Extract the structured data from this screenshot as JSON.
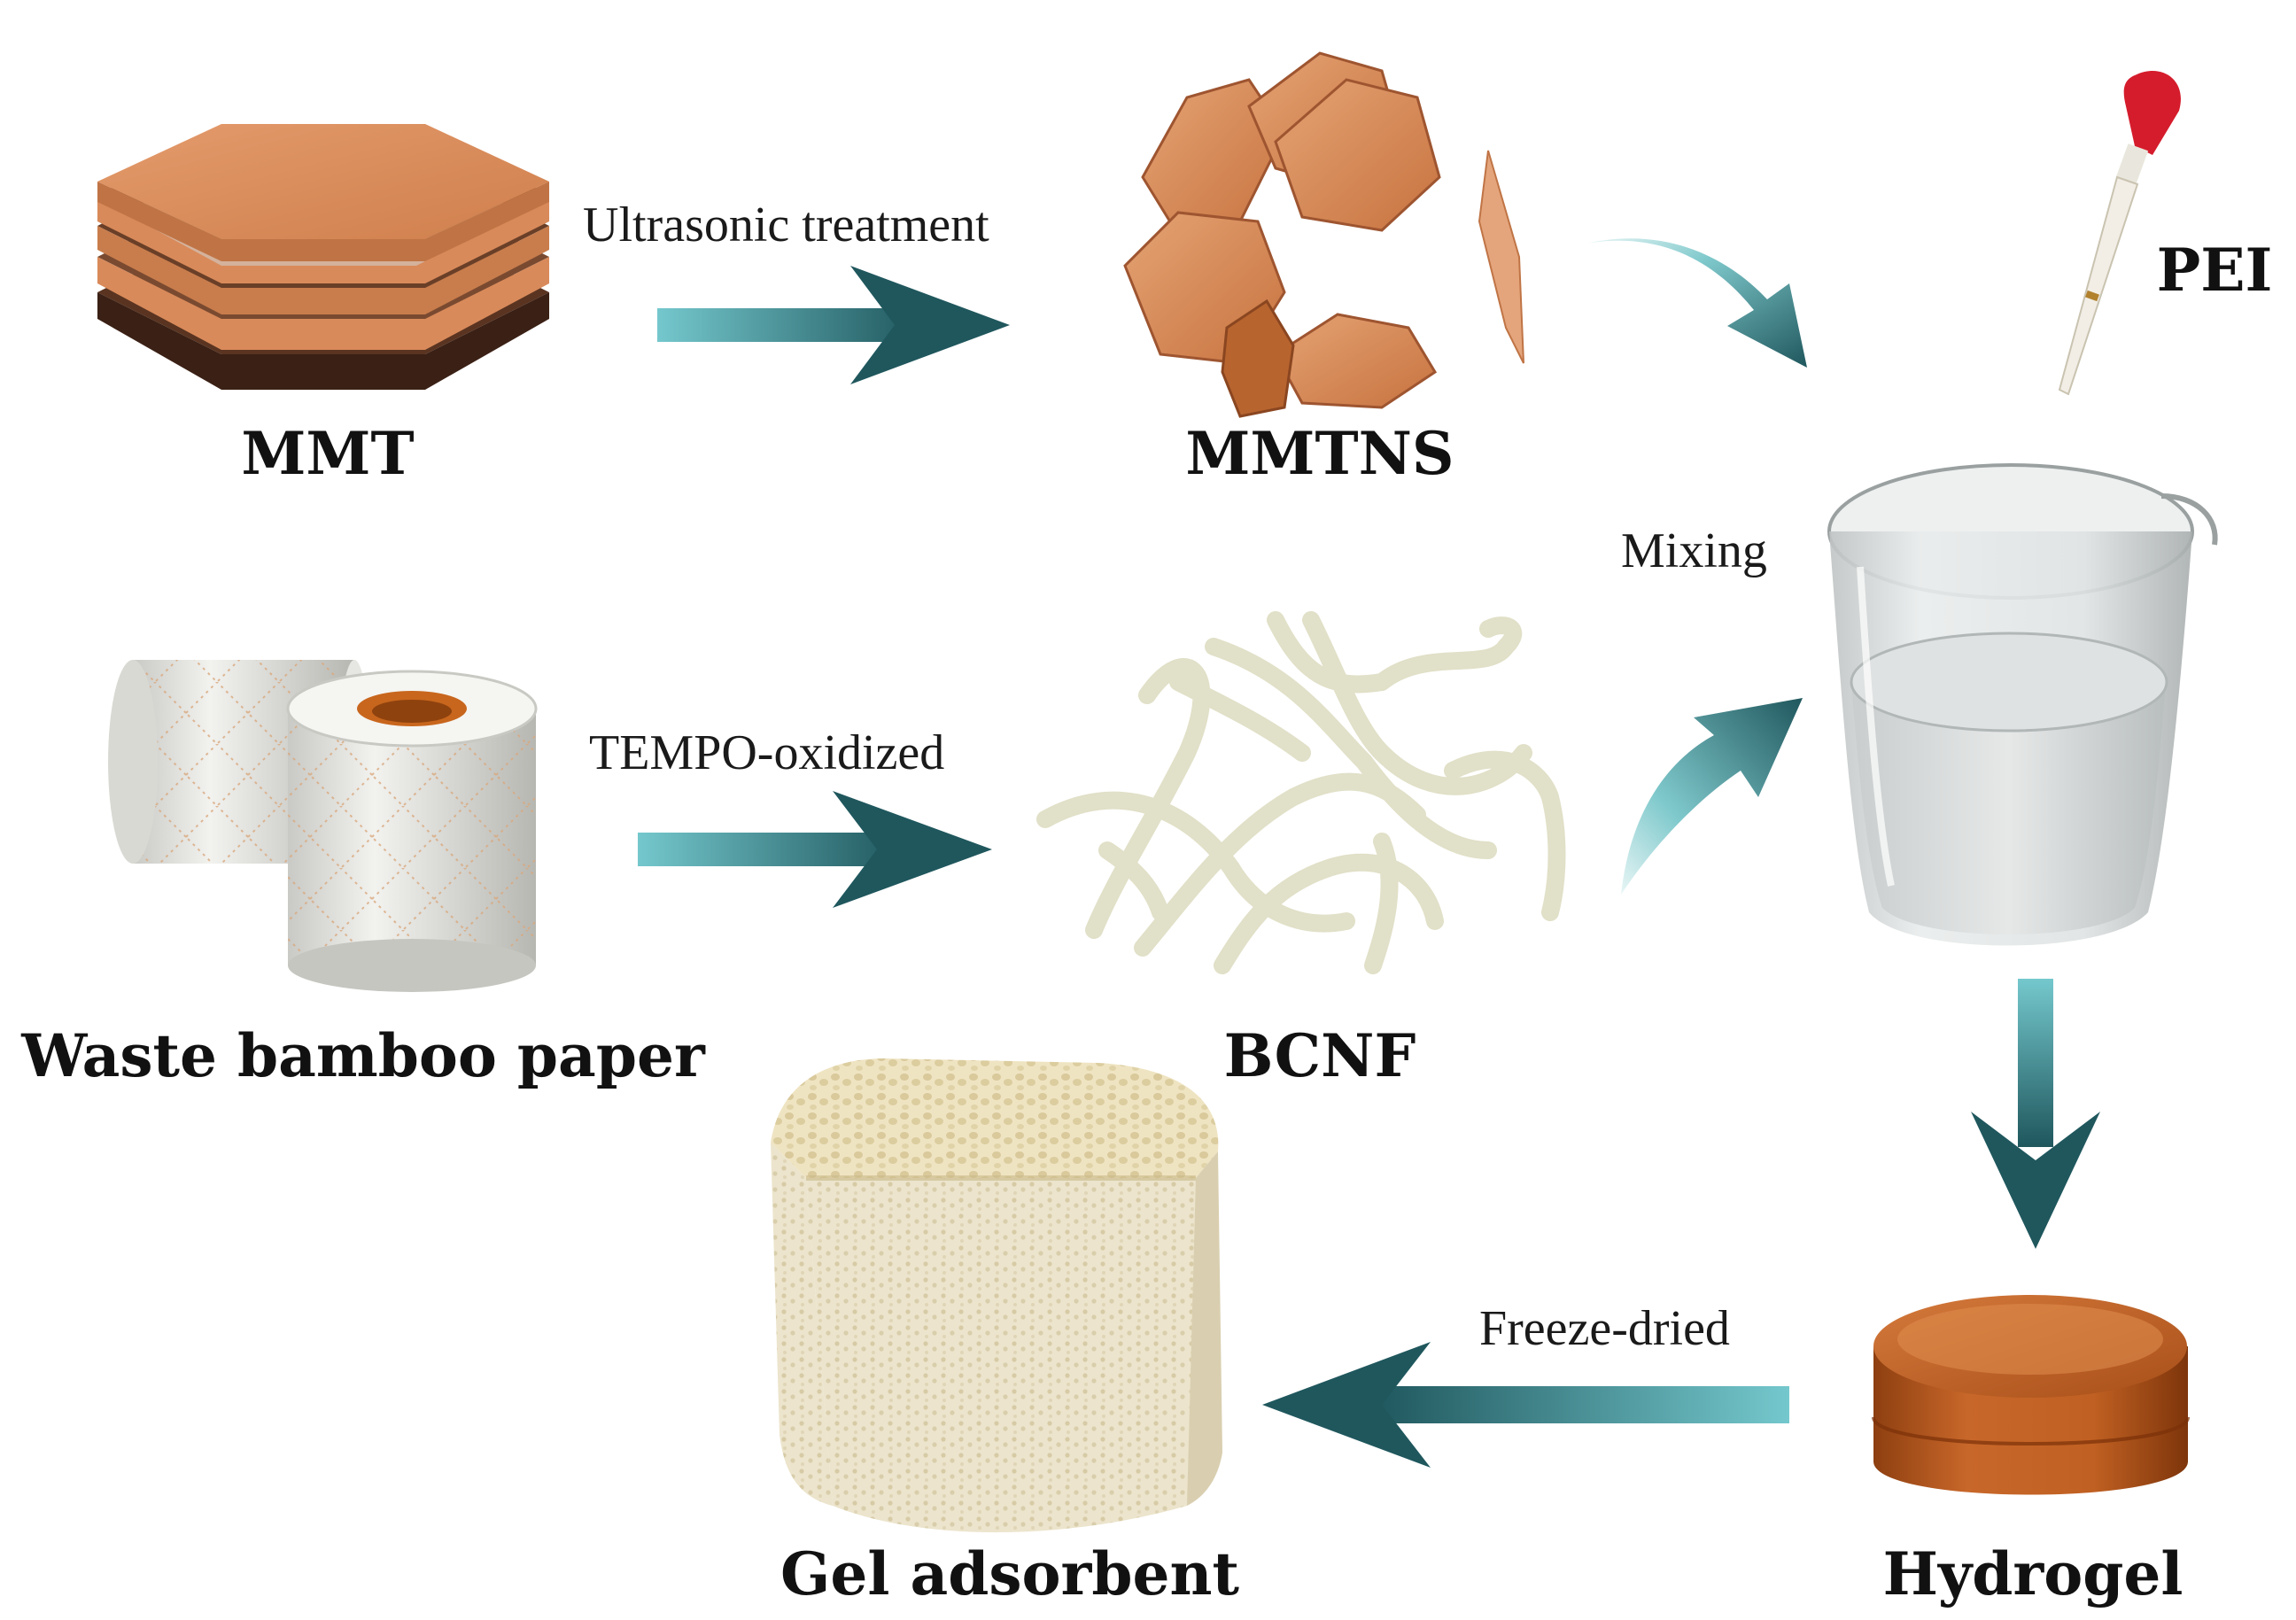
{
  "labels": {
    "mmt": "MMT",
    "mmtns": "MMTNS",
    "pei": "PEI",
    "waste_paper": "Waste bamboo paper",
    "bcnf": "BCNF",
    "hydrogel": "Hydrogel",
    "gel_adsorbent": "Gel adsorbent"
  },
  "steps": {
    "ultrasonic": "Ultrasonic treatment",
    "tempo": "TEMPO-oxidized",
    "mixing": "Mixing",
    "freeze_dried": "Freeze-dried"
  },
  "colors": {
    "arrow_light": "#6cc3c9",
    "arrow_dark": "#1f5a60",
    "clay": "#d98a5a",
    "clay_dark": "#9e5530",
    "fiber": "#e3e2cc",
    "hydrogel": "#b8581c",
    "foam": "#eee2bd"
  },
  "icons": {
    "mmt": "layered-hexagon-stack",
    "mmtns": "exfoliated-hexagon-sheets",
    "pei": "dropper-icon",
    "paper": "paper-roll-icon",
    "bcnf": "nanofiber-network",
    "beaker": "beaker-icon",
    "hydrogel": "hydrogel-disc",
    "gel": "porous-cube"
  }
}
